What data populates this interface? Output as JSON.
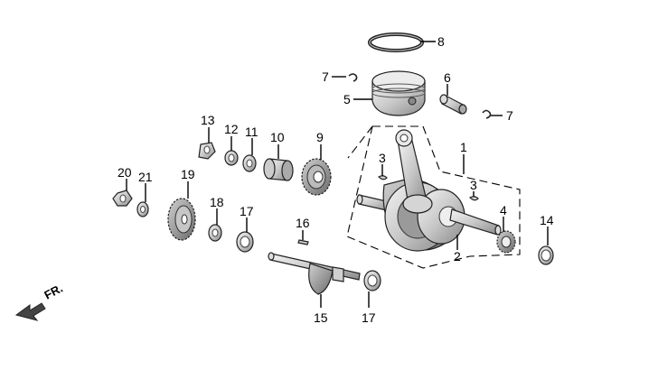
{
  "callouts": {
    "c1": "1",
    "c2": "2",
    "c3a": "3",
    "c3b": "3",
    "c4": "4",
    "c5": "5",
    "c6": "6",
    "c7a": "7",
    "c7b": "7",
    "c8": "8",
    "c9": "9",
    "c10": "10",
    "c11": "11",
    "c12": "12",
    "c13": "13",
    "c14": "14",
    "c15": "15",
    "c16": "16",
    "c17a": "17",
    "c17b": "17",
    "c18": "18",
    "c19": "19",
    "c20": "20",
    "c21": "21"
  },
  "direction_label": "FR.",
  "colors": {
    "metal_light": "#e6e6e6",
    "metal_mid": "#bdbdbd",
    "metal_dark": "#7a7a7a",
    "line": "#000000"
  }
}
